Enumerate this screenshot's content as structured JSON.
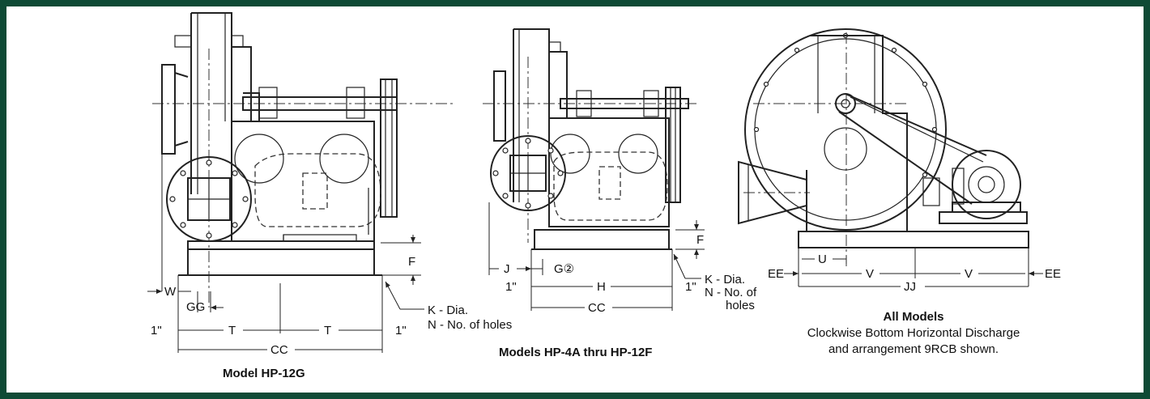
{
  "colors": {
    "frame": "#0e4a35",
    "line": "#222222"
  },
  "diagram1": {
    "caption": "Model HP-12G",
    "labels": {
      "F": "F",
      "W": "W",
      "GG": "GG",
      "one_left": "1\"",
      "T1": "T",
      "T2": "T",
      "one_right": "1\"",
      "CC": "CC",
      "K": "K - Dia.",
      "N": "N - No. of holes"
    }
  },
  "diagram2": {
    "caption": "Models HP-4A thru HP-12F",
    "labels": {
      "F": "F",
      "J": "J",
      "G": "G②",
      "one_left": "1\"",
      "H": "H",
      "one_right": "1\"",
      "CC": "CC",
      "K": "K - Dia.",
      "N1": "N - No. of",
      "N2": "holes"
    }
  },
  "diagram3": {
    "caption": "All Models",
    "subcaption1": "Clockwise Bottom Horizontal Discharge",
    "subcaption2": "and arrangement 9RCB shown.",
    "labels": {
      "U": "U",
      "EE_left": "EE",
      "V1": "V",
      "V2": "V",
      "EE_right": "EE",
      "JJ": "JJ"
    }
  }
}
